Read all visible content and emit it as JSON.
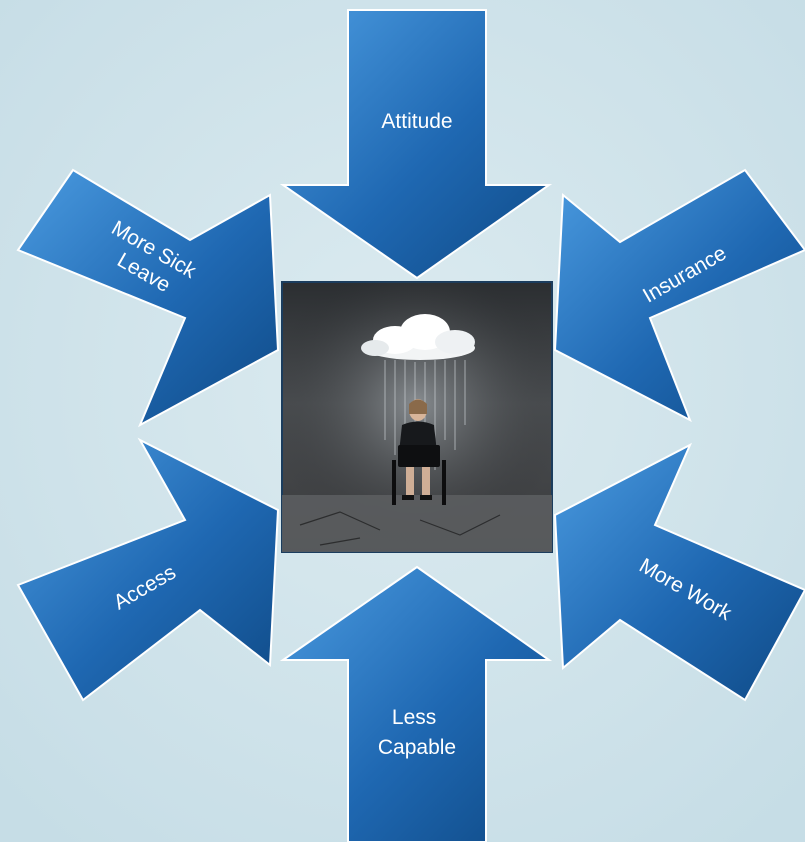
{
  "colors": {
    "background": "#cfe3ea",
    "arrow_fill_light": "#3f8fd6",
    "arrow_fill_dark": "#0f4a86",
    "arrow_edge": "#ffffff",
    "label_text": "#ffffff"
  },
  "center_image": {
    "description_icon": "woman-under-rain-cloud-icon"
  },
  "arrows": [
    {
      "id": "attitude",
      "lines": [
        "Attitude"
      ]
    },
    {
      "id": "more-sick-leave",
      "lines": [
        "More Sick",
        "Leave"
      ]
    },
    {
      "id": "insurance",
      "lines": [
        "Insurance"
      ]
    },
    {
      "id": "access",
      "lines": [
        "Access"
      ]
    },
    {
      "id": "more-work",
      "lines": [
        "More Work"
      ]
    },
    {
      "id": "less-capable",
      "lines": [
        "Less",
        "Capable"
      ]
    }
  ]
}
